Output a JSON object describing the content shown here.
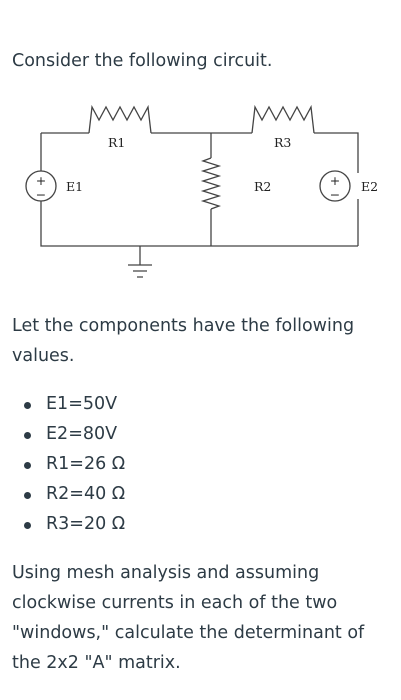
{
  "intro": "Consider the following circuit.",
  "circuit": {
    "labels": {
      "r1": "R1",
      "r2": "R2",
      "r3": "R3",
      "e1": "E1",
      "e2": "E2"
    },
    "polarity": {
      "plus": "+",
      "minus": "−"
    }
  },
  "para2": "Let the components have the following values.",
  "values": [
    "E1=50V",
    "E2=80V",
    "R1=26 Ω",
    "R2=40 Ω",
    "R3=20 Ω"
  ],
  "para3": "Using mesh analysis and assuming clockwise currents in each of the two \"windows,\" calculate the determinant of the 2x2 \"A\" matrix."
}
